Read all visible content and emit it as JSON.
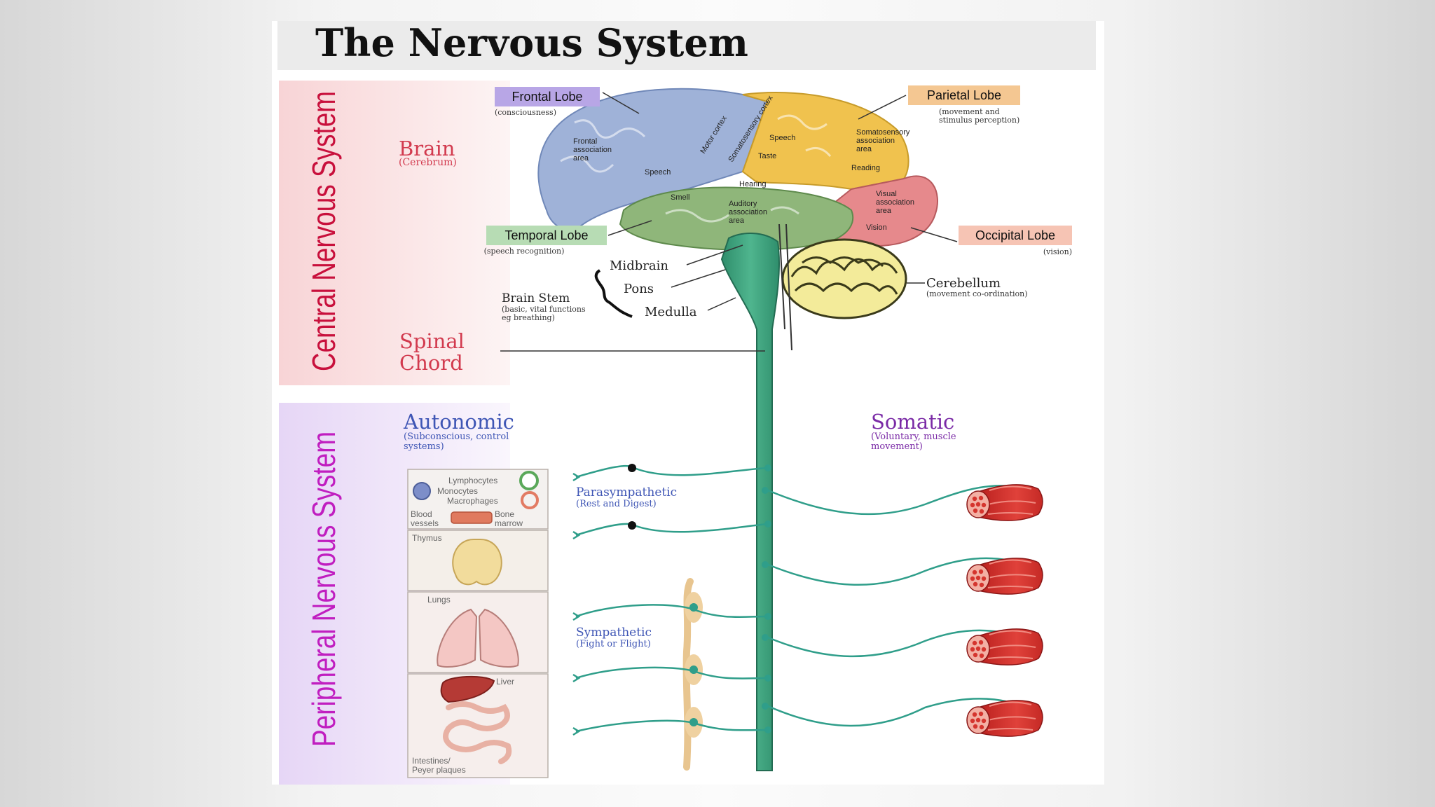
{
  "title": "The Nervous System",
  "sections": {
    "cns": "Central Nervous System",
    "pns": "Peripheral Nervous System"
  },
  "brain": {
    "label": "Brain",
    "sub": "(Cerebrum)"
  },
  "lobes": {
    "frontal": {
      "label": "Frontal Lobe",
      "sub": "(consciousness)"
    },
    "parietal": {
      "label": "Parietal Lobe",
      "sub1": "(movement and",
      "sub2": "stimulus perception)"
    },
    "temporal": {
      "label": "Temporal Lobe",
      "sub": "(speech recognition)"
    },
    "occipital": {
      "label": "Occipital Lobe",
      "sub": "(vision)"
    }
  },
  "brain_areas": {
    "frontal_assoc": [
      "Frontal",
      "association",
      "area"
    ],
    "motor_cortex": "Motor cortex",
    "somatosensory_cortex": "Somatosensory cortex",
    "speech_upper": "Speech",
    "somatosensory_assoc": [
      "Somatosensory",
      "association",
      "area"
    ],
    "taste": "Taste",
    "speech_lower": "Speech",
    "reading": "Reading",
    "hearing": "Hearing",
    "smell": "Smell",
    "auditory_assoc": [
      "Auditory",
      "association",
      "area"
    ],
    "visual_assoc": [
      "Visual",
      "association",
      "area"
    ],
    "vision": "Vision"
  },
  "brainstem": {
    "midbrain": "Midbrain",
    "pons": "Pons",
    "medulla": "Medulla",
    "label": "Brain Stem",
    "sub1": "(basic, vital functions",
    "sub2": "eg breathing)"
  },
  "cerebellum": {
    "label": "Cerebellum",
    "sub": "(movement co-ordination)"
  },
  "spinal": {
    "line1": "Spinal",
    "line2": "Chord"
  },
  "autonomic": {
    "label": "Autonomic",
    "sub1": "(Subconscious, control",
    "sub2": "systems)"
  },
  "somatic": {
    "label": "Somatic",
    "sub1": "(Voluntary, muscle",
    "sub2": "movement)"
  },
  "parasympathetic": {
    "label": "Parasympathetic",
    "sub": "(Rest and Digest)"
  },
  "sympathetic": {
    "label": "Sympathetic",
    "sub": "(Fight or Flight)"
  },
  "organs": {
    "lymphocytes": "Lymphocytes",
    "monocytes": "Monocytes",
    "macrophages": "Macrophages",
    "blood_vessels": [
      "Blood",
      "vessels"
    ],
    "bone_marrow": [
      "Bone",
      "marrow"
    ],
    "thymus": "Thymus",
    "lungs": "Lungs",
    "liver": "Liver",
    "intestines": [
      "Intestines/",
      "Peyer plaques"
    ]
  },
  "colors": {
    "cns_band": "#f9dede",
    "pns_band": "#eadff6",
    "cns_text": "#c8103c",
    "pns_text": "#c01ec0",
    "heading_red": "#d23a4e",
    "autonomic_blue": "#3f56b5",
    "somatic_purple": "#7a2aa6",
    "nerve": "#2f9e8a",
    "spine": "#3aa07c",
    "frontal": "#9aaed4",
    "parietal": "#efc04a",
    "temporal": "#8fb478",
    "occipital": "#e2898c",
    "muscle": "#d8342e"
  }
}
